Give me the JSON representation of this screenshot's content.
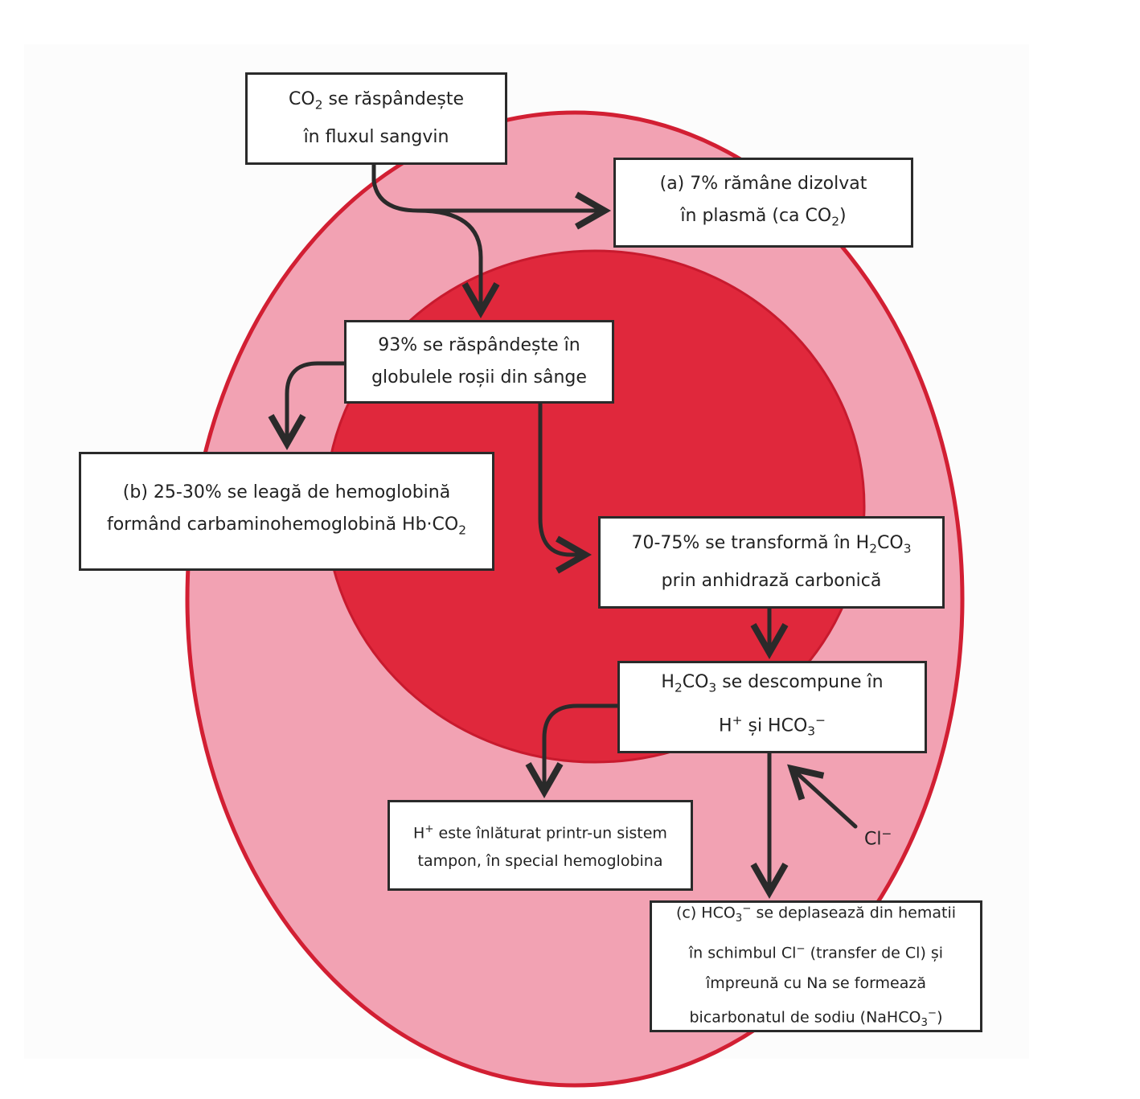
{
  "diagram": {
    "colors": {
      "outer_cell": "#f2a2b3",
      "inner_cell": "#e0283c",
      "cell_border": "#d21f33",
      "arrow": "#2a2a2a",
      "box_border": "#2a2a2a"
    },
    "box_co2": {
      "line1_pre": "CO",
      "line1_sub": "2",
      "line1_post": " se răspândește",
      "line2": "în fluxul sangvin"
    },
    "box_a": {
      "line1": "(a) 7% rămâne dizolvat",
      "line2_pre": "în plasmă (ca CO",
      "line2_sub": "2",
      "line2_post": ")"
    },
    "box_93": {
      "line1": "93% se răspândește în",
      "line2": "globulele roșii din sânge"
    },
    "box_b": {
      "line1": "(b) 25-30% se leagă de hemoglobină",
      "line2_pre": "formând carbaminohemoglobină Hb·CO",
      "line2_sub": "2"
    },
    "box_70": {
      "line1_pre": "70-75% se transformă în H",
      "line1_sub1": "2",
      "line1_mid": "CO",
      "line1_sub2": "3",
      "line2": "prin anhidrază carbonică"
    },
    "box_h2co3": {
      "line1_pre": "H",
      "line1_sub1": "2",
      "line1_mid": "CO",
      "line1_sub2": "3",
      "line1_post": " se descompune în",
      "line2_pre": "H",
      "line2_sup1": "+",
      "line2_mid": " și HCO",
      "line2_sub": "3",
      "line2_sup2": "−"
    },
    "box_h": {
      "line1_pre": "H",
      "line1_sup": "+",
      "line1_post": " este înlăturat printr-un sistem",
      "line2": "tampon, în special hemoglobina"
    },
    "box_c": {
      "line1_pre": "(c) HCO",
      "line1_sub": "3",
      "line1_sup": "−",
      "line1_post": " se deplasează din hematii",
      "line2_pre": "în schimbul Cl",
      "line2_sup": "−",
      "line2_post": " (transfer de Cl) și",
      "line3": "împreună cu Na se formează",
      "line4_pre": "bicarbonatul de sodiu (NaHCO",
      "line4_sub": "3",
      "line4_sup": "−",
      "line4_post": ")"
    },
    "cl_label": {
      "pre": "Cl",
      "sup": "−"
    }
  }
}
